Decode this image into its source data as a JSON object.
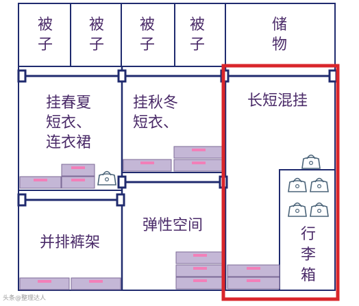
{
  "cabinet": {
    "top_cells": [
      {
        "id": "cell1",
        "text": "被\n子"
      },
      {
        "id": "cell2",
        "text": "被\n子"
      },
      {
        "id": "cell3",
        "text": "被\n子"
      },
      {
        "id": "cell4",
        "text": "被\n子"
      },
      {
        "id": "cell5",
        "text": "储\n物"
      }
    ],
    "sections": {
      "spring_summer": "挂春夏\n短衣、\n连衣裙",
      "autumn_winter": "挂秋冬\n短衣、",
      "mixed_hanging": "长短混挂",
      "pants_rack": "并排裤架",
      "flex_space": "弹性空间",
      "luggage": "行\n李\n箱"
    }
  },
  "watermark": "头条@整理达人",
  "colors": {
    "frame": "#1f2a6e",
    "text": "#4a2a68",
    "drawer_fill": "#c4b7d6",
    "drawer_stroke": "#7b6a96",
    "handle": "#f27fb8",
    "highlight": "#d9262b",
    "bag_stroke": "#4a6378"
  },
  "icons": {
    "bag": "handbag-icon",
    "drawer": "drawer-box",
    "rod": "hanging-rod"
  }
}
